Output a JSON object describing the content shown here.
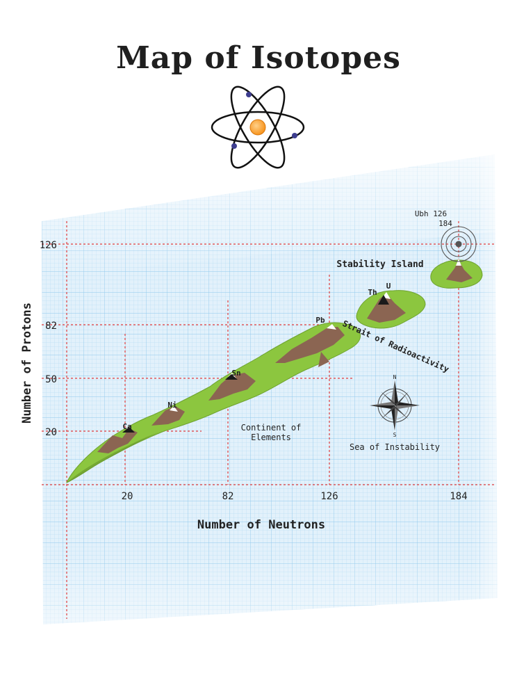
{
  "title": "Map of Isotopes",
  "axes": {
    "x_label": "Number of Neutrons",
    "y_label": "Number of Protons",
    "x_ticks": [
      "20",
      "82",
      "126",
      "184"
    ],
    "y_ticks": [
      "126",
      "82",
      "50",
      "20"
    ]
  },
  "labels": {
    "ca": "Ca",
    "ni": "Ni",
    "sn": "Sn",
    "pb": "Pb",
    "th": "Th",
    "u": "U",
    "ubh_line1": "Ubh 126",
    "ubh_line2": "184",
    "stability_island": "Stability Island",
    "strait": "Strait of Radioactivity",
    "continent_line1": "Continent of",
    "continent_line2": "Elements",
    "sea": "Sea of Instability",
    "compass_n": "N",
    "compass_s": "S"
  },
  "colors": {
    "grid_bg": "#e2f1fb",
    "grid_line": "#9fd0ee",
    "magic_line": "#e23b3b",
    "land": "#8cc63f",
    "mountain": "#8b6552",
    "nucleus": "#f7941d",
    "electron": "#3d3d8f"
  }
}
